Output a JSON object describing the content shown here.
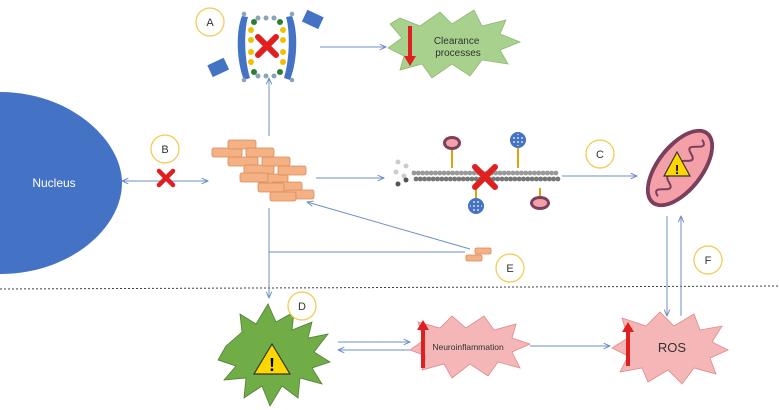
{
  "nodes": {
    "nucleus": "Nucleus",
    "clearance": "Clearance processes",
    "neuroinflammation": "Neuroinflammation",
    "ros": "ROS"
  },
  "markers": {
    "a": "A",
    "b": "B",
    "c": "C",
    "d": "D",
    "e": "E",
    "f": "F"
  },
  "colors": {
    "nucleus": "#4472c4",
    "aggregate": "#f4b183",
    "aggregate_edge": "#d98a5b",
    "arrow": "#6d8fc9",
    "block": "#e02020",
    "burst_green": "#a9d18e",
    "burst_pink": "#f4b6b6",
    "mito_outer": "#7b3f5e",
    "mito_inner": "#f4a0a8",
    "astrocyte": "#70ad47",
    "warning": "#ffd700",
    "marker_ring": "#f2c94c",
    "dashed_line": "#404040"
  },
  "icons": [
    "block-x-icon",
    "warning-icon",
    "increase-arrow-icon",
    "decrease-arrow-icon"
  ]
}
